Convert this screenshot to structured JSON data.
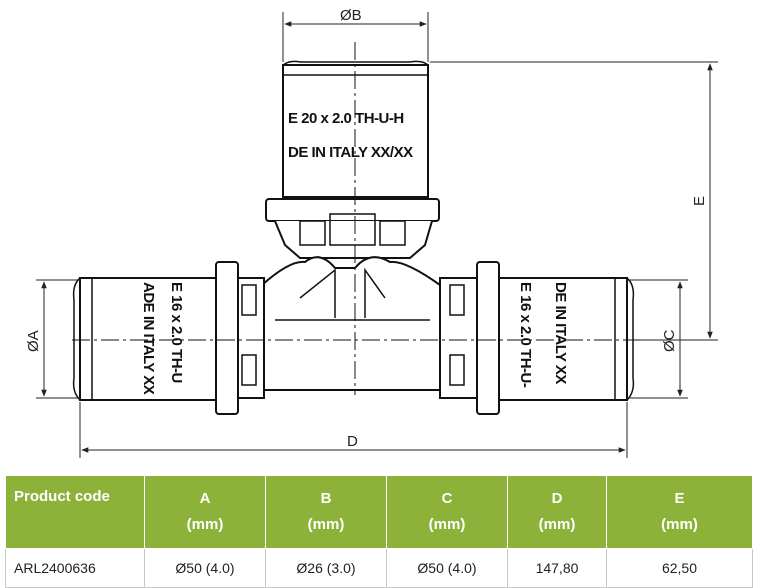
{
  "drawing": {
    "labels": {
      "B": "ØB",
      "A": "ØA",
      "C": "ØC",
      "D": "D",
      "E": "E"
    },
    "stamps": {
      "top_line1": "E 20 x 2.0  TH-U-H",
      "top_line2": "DE IN ITALY   XX/XX",
      "left_line1": "E 16 x 2.0  TH-U",
      "left_line2": "ADE IN ITALY  XX",
      "right_line1": "E 16 x 2.0  TH-U-",
      "right_line2": "DE IN ITALY  XX"
    }
  },
  "table": {
    "headers": [
      {
        "title": "Product code",
        "unit": ""
      },
      {
        "title": "A",
        "unit": "(mm)"
      },
      {
        "title": "B",
        "unit": "(mm)"
      },
      {
        "title": "C",
        "unit": "(mm)"
      },
      {
        "title": "D",
        "unit": "(mm)"
      },
      {
        "title": "E",
        "unit": "(mm)"
      }
    ],
    "row": [
      "ARL2400636",
      "Ø50 (4.0)",
      "Ø26 (3.0)",
      "Ø50 (4.0)",
      "147,80",
      "62,50"
    ]
  },
  "colors": {
    "header_bg": "#8db23a",
    "header_text": "#ffffff"
  }
}
